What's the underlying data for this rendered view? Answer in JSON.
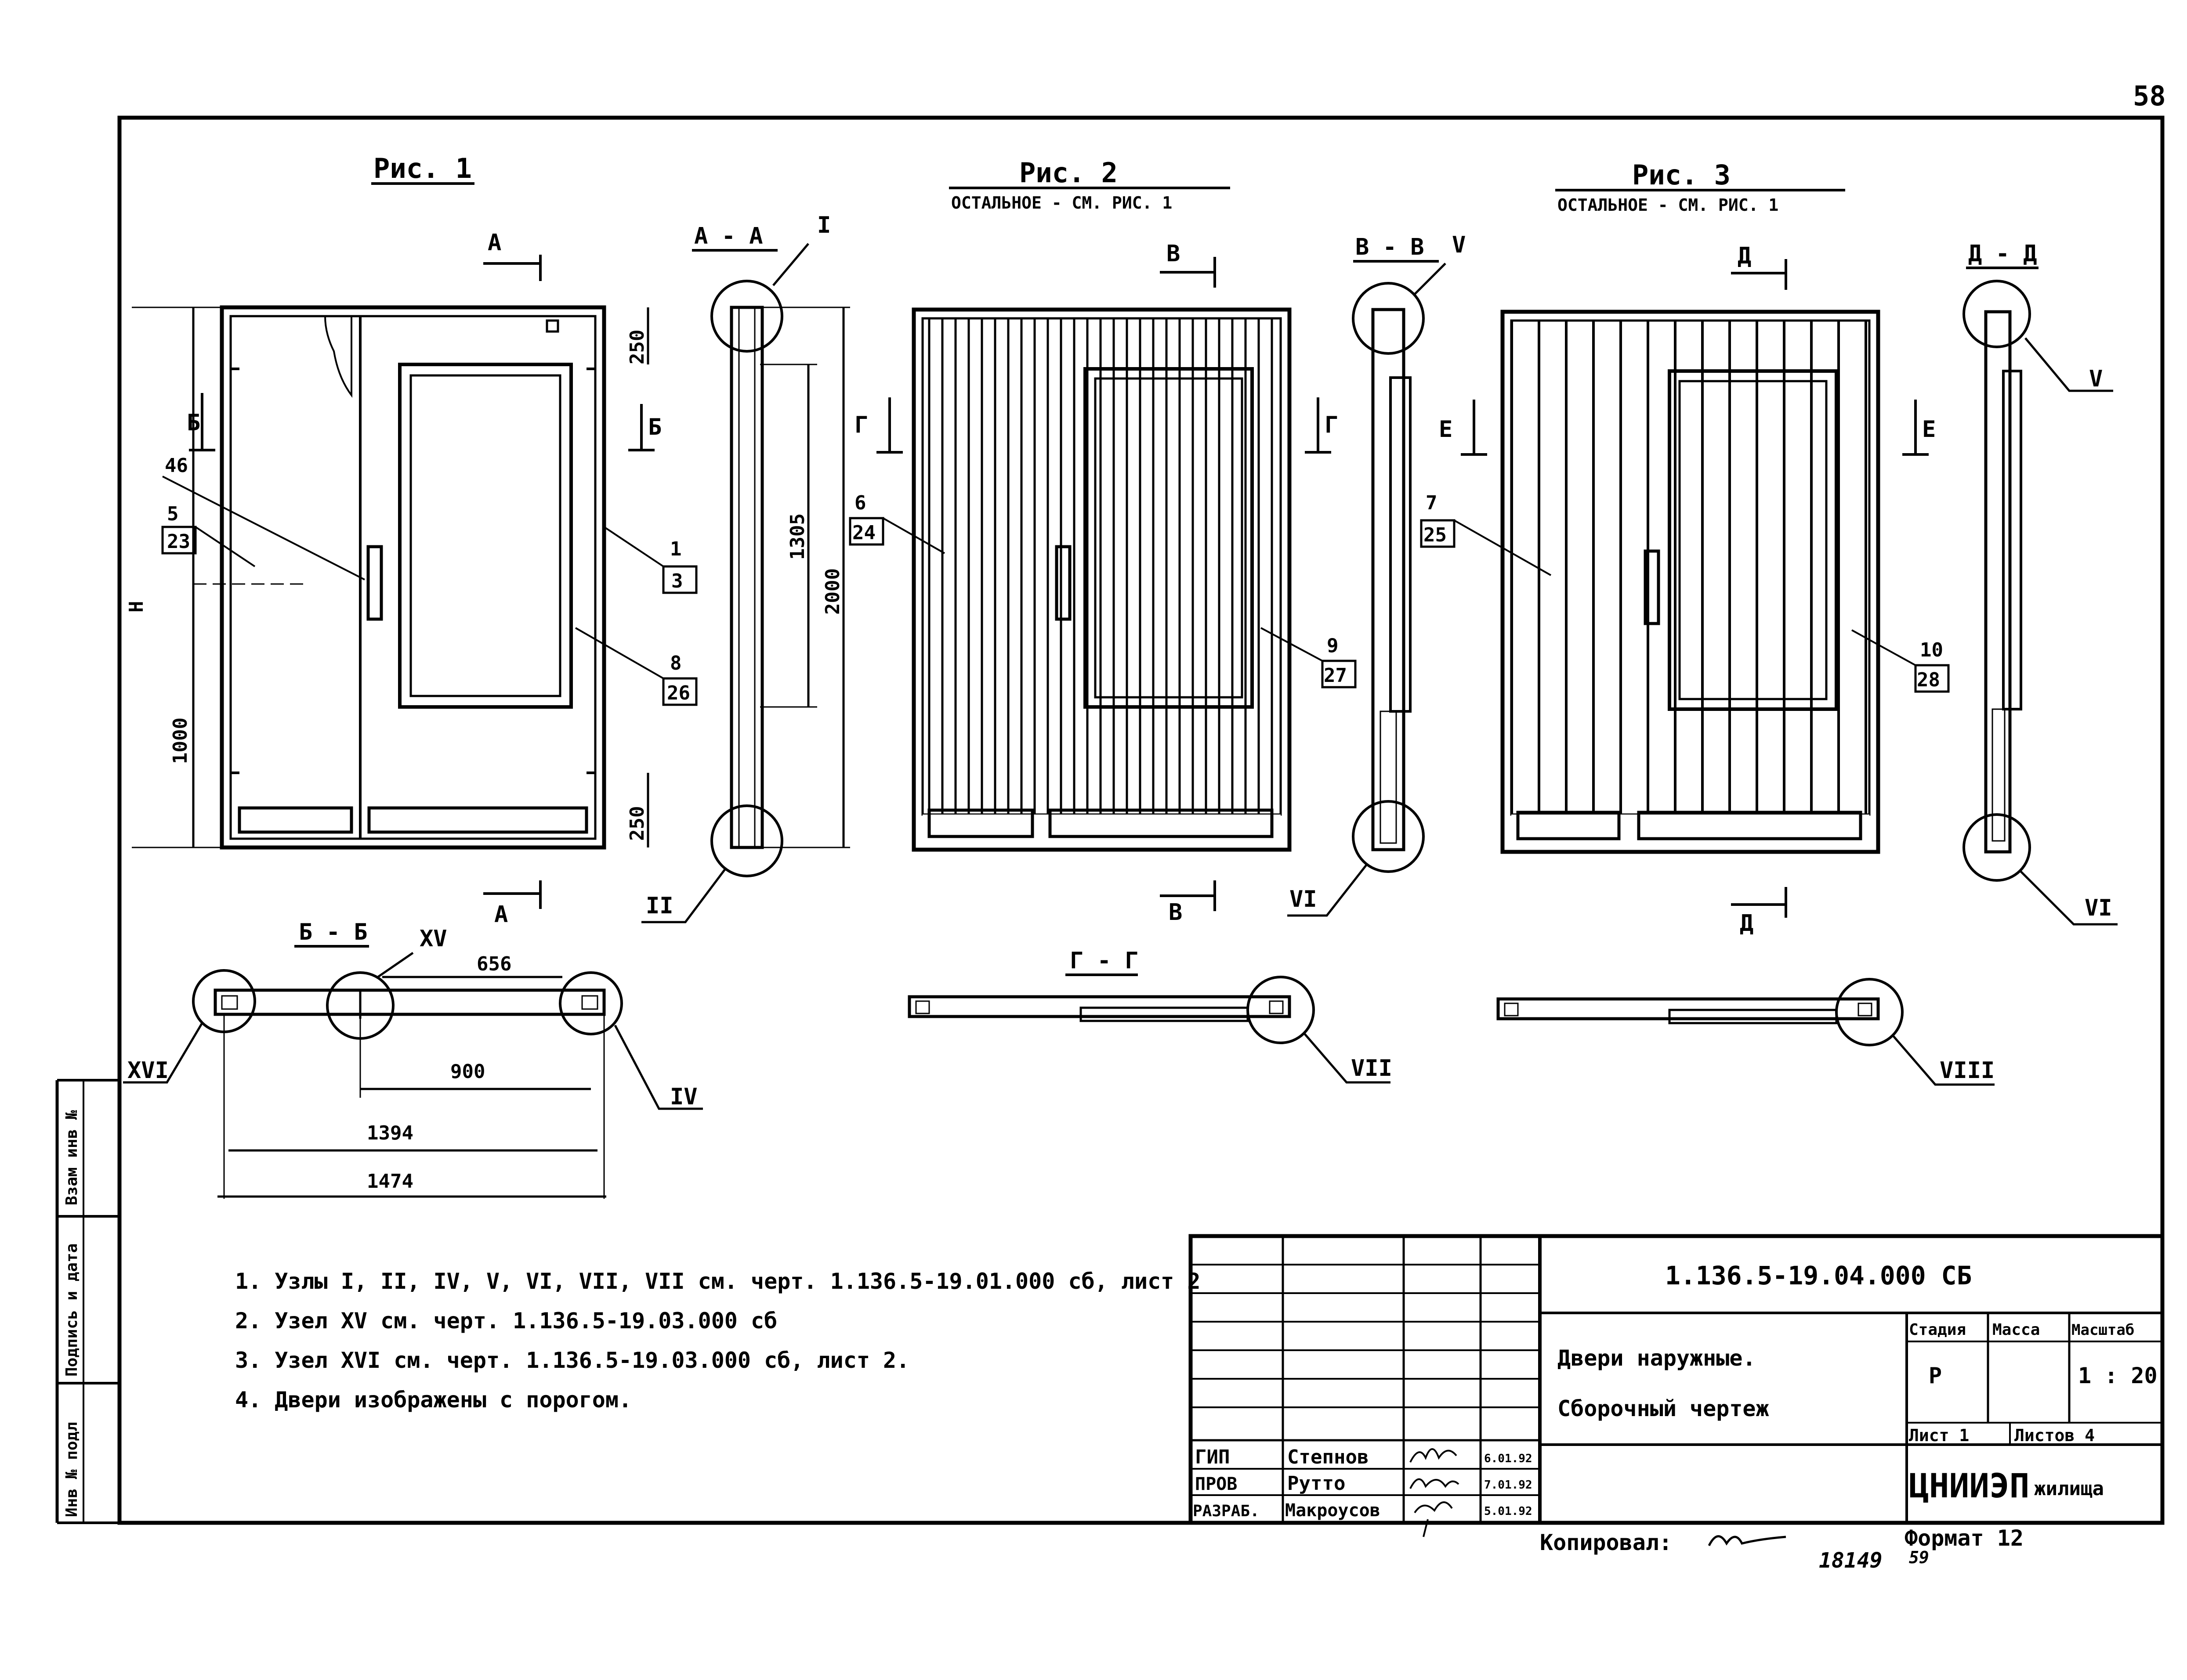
{
  "page_number": "58",
  "figures": [
    {
      "title": "Рис. 1",
      "subtitle": ""
    },
    {
      "title": "Рис. 2",
      "subtitle": "ОСТАЛЬНОЕ - СМ. РИС. 1"
    },
    {
      "title": "Рис. 3",
      "subtitle": "ОСТАЛЬНОЕ - СМ. РИС. 1"
    }
  ],
  "sections": {
    "aa": "А - А",
    "vv": "В - В",
    "dd": "Д - Д",
    "bb": "Б - Б",
    "gg": "Г - Г"
  },
  "cut_marks": {
    "a": "А",
    "b": "Б",
    "v": "В",
    "g": "Г",
    "d": "Д",
    "e": "Е"
  },
  "nodes": {
    "n1": "I",
    "n2": "II",
    "n4": "IV",
    "n5": "V",
    "n6": "VI",
    "n7": "VII",
    "n8": "VIII",
    "n15": "XV",
    "n16": "XVI"
  },
  "callouts": {
    "c46": "46",
    "c5": "5",
    "c23": "23",
    "c1": "1",
    "c3": "3",
    "c8": "8",
    "c26": "26",
    "c6": "6",
    "c24": "24",
    "c9": "9",
    "c27": "27",
    "c7": "7",
    "c25": "25",
    "c10": "10",
    "c28": "28"
  },
  "dimensions": {
    "h": "Н",
    "d1000": "1000",
    "d250a": "250",
    "d250b": "250",
    "d1305": "1305",
    "d2000": "2000",
    "d656": "656",
    "d900": "900",
    "d1394": "1394",
    "d1474": "1474"
  },
  "notes": [
    "1. Узлы I, II, IV, V, VI, VII, VII см. черт. 1.136.5-19.01.000 сб, лист 2",
    "2. Узел XV см. черт. 1.136.5-19.03.000 сб",
    "3. Узел XVI см. черт. 1.136.5-19.03.000 сб, лист 2.",
    "4. Двери изображены с порогом."
  ],
  "title_block": {
    "doc_code": "1.136.5-19.04.000 СБ",
    "doc_title_1": "Двери наружные.",
    "doc_title_2": "Сборочный чертеж",
    "stage_label": "Стадия",
    "mass_label": "Масса",
    "scale_label": "Масштаб",
    "stage_value": "Р",
    "scale_value": "1 : 20",
    "sheet_label": "Лист 1",
    "sheets_label": "Листов 4",
    "org": "ЦНИИЭП",
    "org_suffix": "жилища",
    "roles": [
      {
        "role": "ГИП",
        "name": "Степнов",
        "date": "6.01.92"
      },
      {
        "role": "ПРОВ",
        "name": "Рутто",
        "date": "7.01.92"
      },
      {
        "role": "РАЗРАБ.",
        "name": "Макроусов",
        "date": "5.01.92"
      }
    ],
    "copied_by": "Копировал:",
    "format": "Формат 12",
    "inventory": "18149",
    "inventory_sub": "59"
  },
  "side_stamp": {
    "inv_podl": "Инв № подл",
    "signature_date": "Подпись и дата",
    "vzam_inv": "Взам инв №"
  }
}
